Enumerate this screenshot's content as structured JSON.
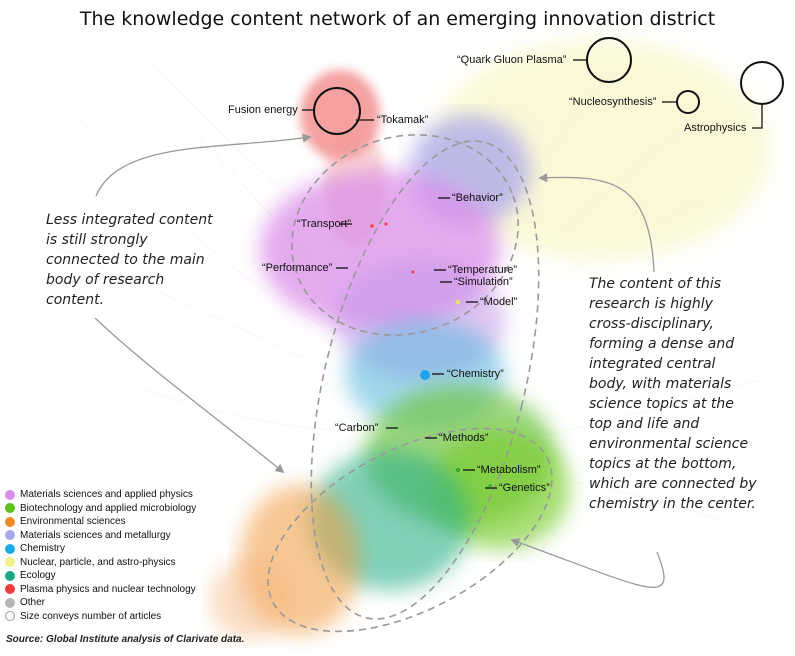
{
  "title": "The knowledge content network of an emerging innovation district",
  "labels": {
    "fusion_energy": "Fusion energy",
    "tokamak": "“Tokamak”",
    "quark_gluon_plasma": "“Quark Gluon Plasma”",
    "nucleosynthesis": "“Nucleosynthesis”",
    "astrophysics": "Astrophysics",
    "behavior": "“Behavior”",
    "transport": "“Transport”",
    "performance": "“Performance”",
    "temperature": "“Temperature”",
    "simulation": "“Simulation”",
    "model": "“Model”",
    "chemistry": "“Chemistry”",
    "carbon": "“Carbon”",
    "methods": "“Methods”",
    "metabolism": "“Metabolism”",
    "genetics": "“Genetics”"
  },
  "annotations": {
    "left_note": "Less integrated content is still strongly connected to the main body of research content.",
    "right_note": "The content of this research is highly cross-disciplinary, forming a dense and integrated central body, with materials science topics at the top and life and environmental science topics at the bottom, which are connected by chemistry in the center."
  },
  "legend": [
    {
      "label": "Materials sciences and applied physics",
      "color": "#d98be8"
    },
    {
      "label": "Biotechnology and applied microbiology",
      "color": "#5cc21a"
    },
    {
      "label": "Environmental sciences",
      "color": "#f08a24"
    },
    {
      "label": "Materials sciences and metallurgy",
      "color": "#a9a6ec"
    },
    {
      "label": "Chemistry",
      "color": "#1aabe6"
    },
    {
      "label": "Nuclear, particle, and astro-physics",
      "color": "#f3f08a"
    },
    {
      "label": "Ecology",
      "color": "#1aa886"
    },
    {
      "label": "Plasma physics and nuclear technology",
      "color": "#ee3b3b"
    },
    {
      "label": "Other",
      "color": "#b5b5b5"
    },
    {
      "label": "Size conveys number of articles",
      "color": "#ffffff"
    }
  ],
  "source": "Source: Global Institute analysis of Clarivate data."
}
